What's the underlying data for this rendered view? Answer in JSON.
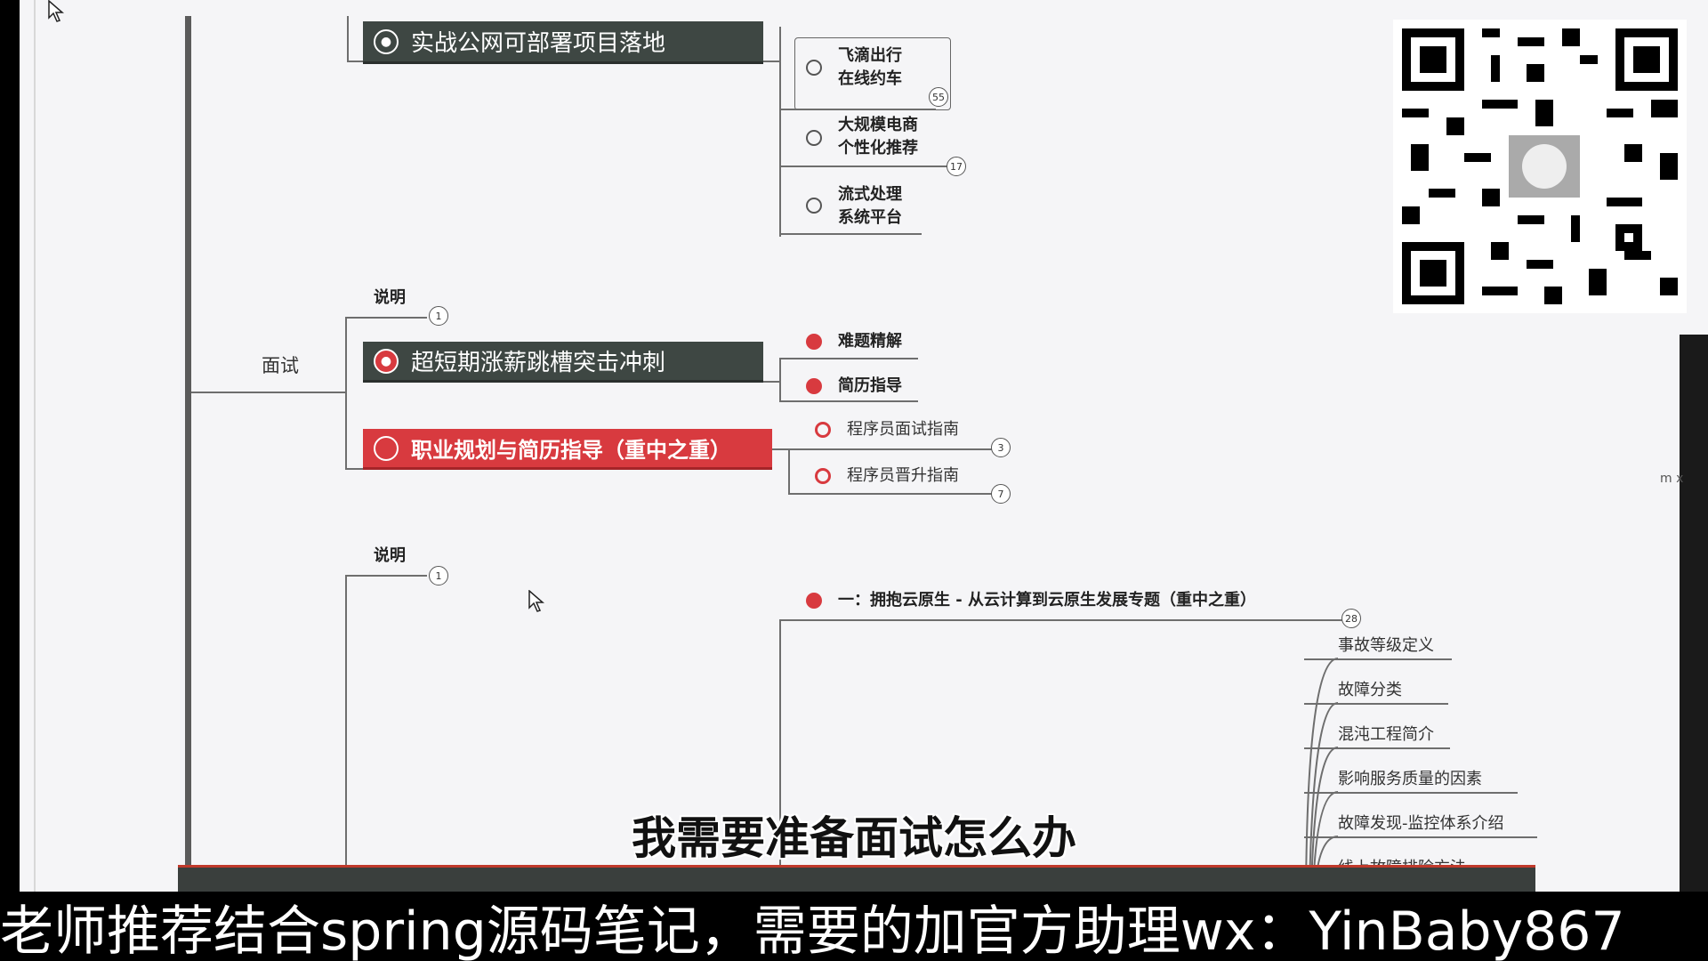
{
  "mindmap": {
    "project_topic": "实战公网可部署项目落地",
    "projects": [
      {
        "line1": "飞滴出行",
        "line2": "在线约车",
        "count": "55"
      },
      {
        "line1": "大规模电商",
        "line2": "个性化推荐",
        "count": "17"
      },
      {
        "line1": "流式处理",
        "line2": "系统平台",
        "count": ""
      }
    ],
    "interview_label": "面试",
    "note_label": "说明",
    "note_count": "1",
    "sprint_topic": "超短期涨薪跳槽突击冲刺",
    "sprint_children": [
      "难题精解",
      "简历指导"
    ],
    "career_topic": "职业规划与简历指导（重中之重）",
    "career_children": [
      {
        "label": "程序员面试指南",
        "count": "3"
      },
      {
        "label": "程序员晋升指南",
        "count": "7"
      }
    ],
    "note2_label": "说明",
    "note2_count": "1",
    "cloud_topic": "一：拥抱云原生 - 从云计算到云原生发展专题（重中之重）",
    "cloud_count": "28",
    "cloud_children": [
      "事故等级定义",
      "故障分类",
      "混沌工程简介",
      "影响服务质量的因素",
      "故障发现-监控体系介绍",
      "线上故障排除方法"
    ],
    "side_fragment": "m x"
  },
  "subtitle": "我需要准备面试怎么办",
  "banner": "老师推荐结合spring源码笔记，需要的加官方助理wx：YinBaby867",
  "colors": {
    "dark_topic": "#3e4743",
    "red_topic": "#d83a3f",
    "canvas": "#f5f5f7"
  },
  "icons": [
    "cursor-arrow-icon",
    "user-circle-icon",
    "qr-code-icon"
  ]
}
